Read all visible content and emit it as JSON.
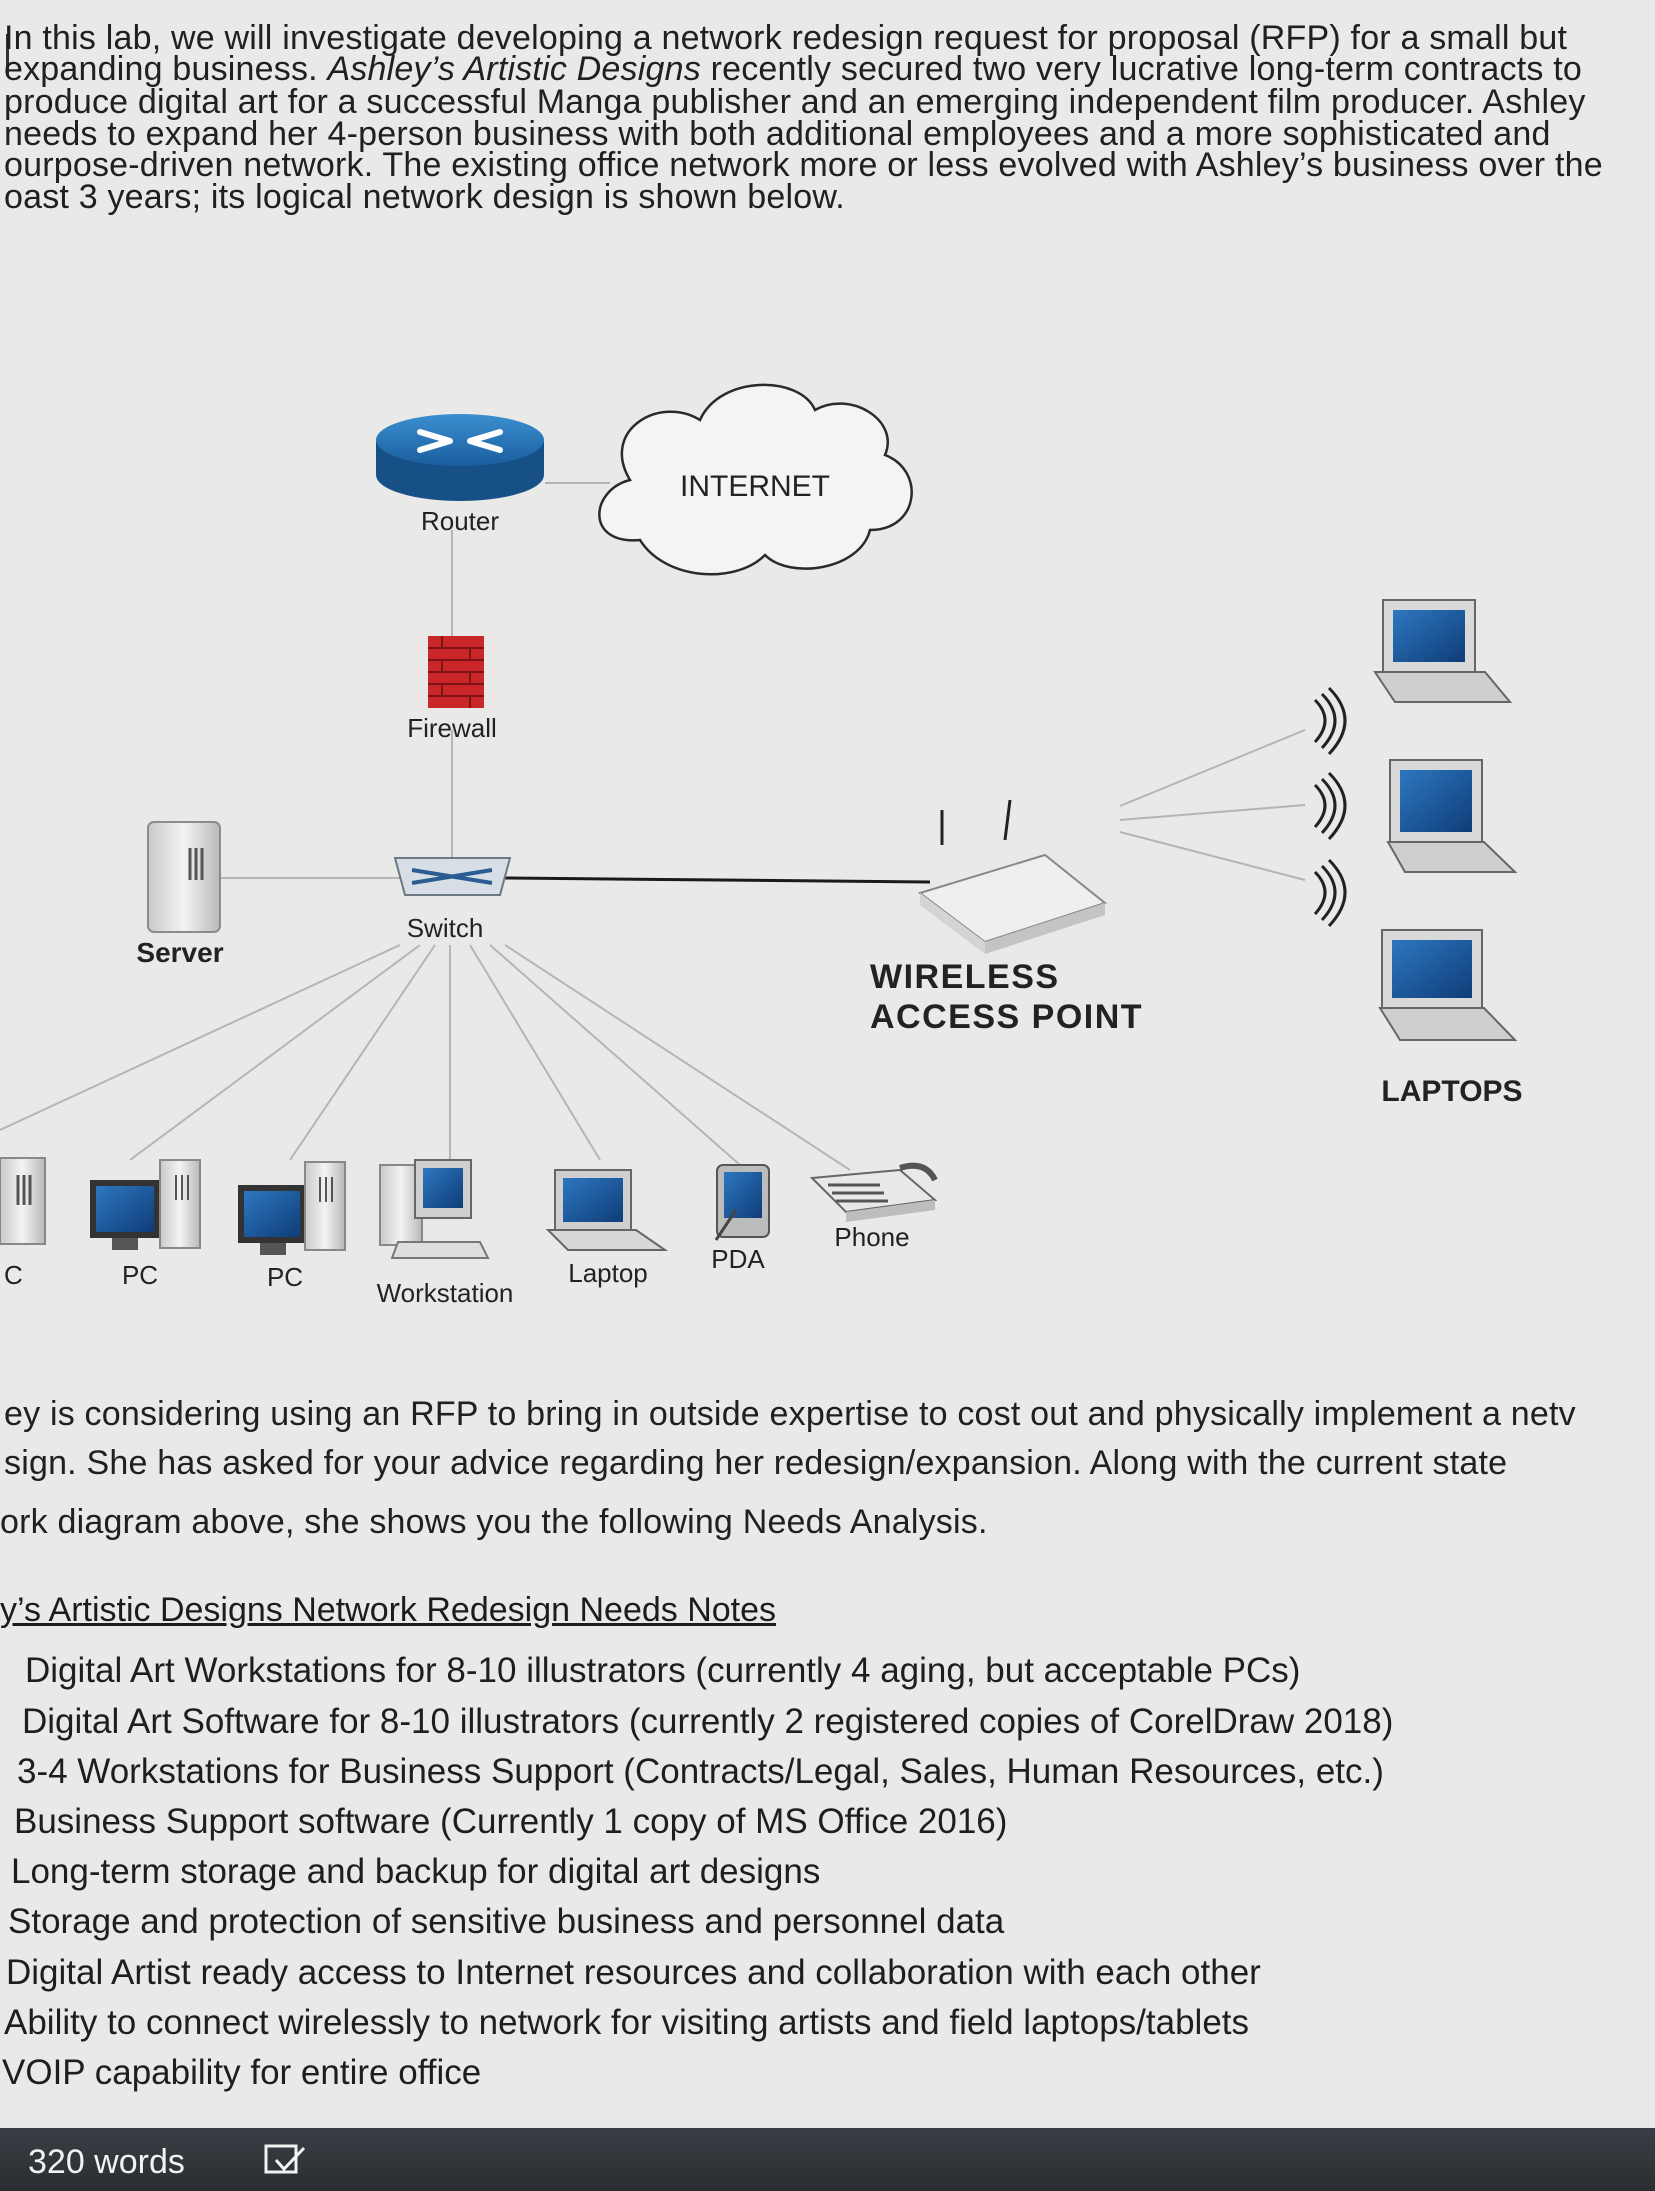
{
  "intro": {
    "line1": "In this lab, we will investigate developing a network redesign request for proposal (RFP) for a small but",
    "line2_pre": "expanding business. ",
    "line2_em": "Ashley’s Artistic Designs",
    "line2_post": " recently secured two very lucrative long-term contracts to",
    "line3": "produce digital art for a successful Manga publisher and an emerging independent film producer. Ashley",
    "line4": "needs to expand her 4-person business with both additional employees and a more sophisticated and",
    "line5": "ourpose-driven network. The existing office network more or less evolved with Ashley’s business over the",
    "line6": "oast 3 years; its logical network design is shown below."
  },
  "diagram": {
    "internet": "INTERNET",
    "router": "Router",
    "firewall": "Firewall",
    "switch": "Switch",
    "server": "Server",
    "wap_line1": "WIRELESS",
    "wap_line2": "ACCESS POINT",
    "laptops": "LAPTOPS",
    "pc_cut": "C",
    "pc1": "PC",
    "pc2": "PC",
    "workstation": "Workstation",
    "laptop": "Laptop",
    "pda": "PDA",
    "phone": "Phone"
  },
  "after": {
    "line1": "ey is considering using an RFP to bring in outside expertise to cost out and physically implement a netv",
    "line2": "sign. She has asked for your advice regarding her redesign/expansion. Along with the current state",
    "line3": "ork diagram above, she shows you the following Needs Analysis."
  },
  "notes": {
    "heading": "y’s Artistic Designs Network Redesign Needs Notes",
    "items": [
      "Digital Art Workstations for 8-10 illustrators (currently 4 aging, but acceptable PCs)",
      "Digital Art Software for 8-10 illustrators (currently 2 registered copies of CorelDraw 2018)",
      "3-4 Workstations for Business Support (Contracts/Legal, Sales, Human Resources, etc.)",
      "Business Support software (Currently 1 copy of MS Office 2016)",
      "Long-term storage and backup for digital art designs",
      "Storage and protection of sensitive business and personnel data",
      "Digital Artist ready access to Internet resources and collaboration with each other",
      "Ability to connect wirelessly to network for visiting artists and field laptops/tablets",
      "VOIP capability for entire office"
    ]
  },
  "status": {
    "word_count": "320 words",
    "proofing_icon": "proofing-check-icon"
  }
}
